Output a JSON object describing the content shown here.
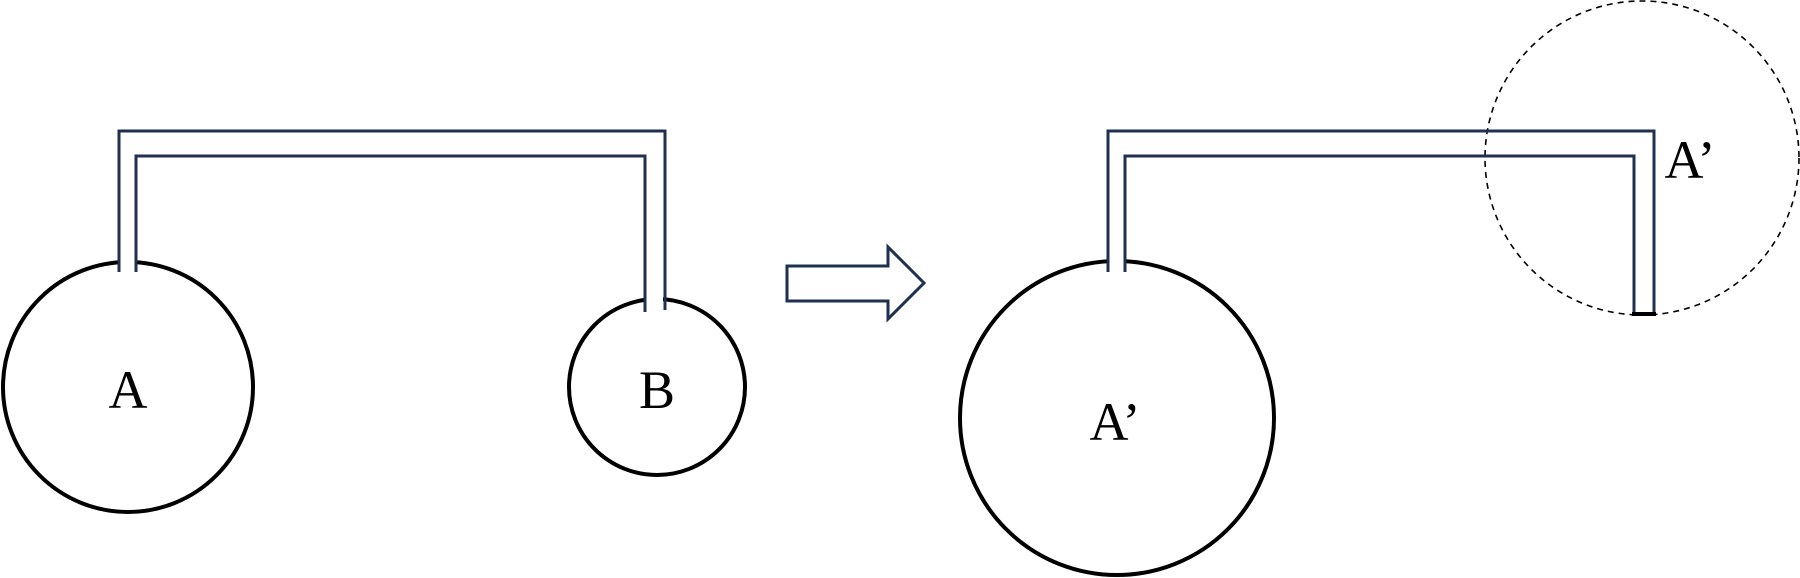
{
  "diagram": {
    "left": {
      "vessel_large_label": "A",
      "vessel_small_label": "B"
    },
    "right": {
      "vessel_large_label": "A’",
      "vessel_ghost_label": "A’"
    },
    "colors": {
      "outline": "#000000",
      "pipe": "#1f3050",
      "background": "#ffffff"
    }
  }
}
